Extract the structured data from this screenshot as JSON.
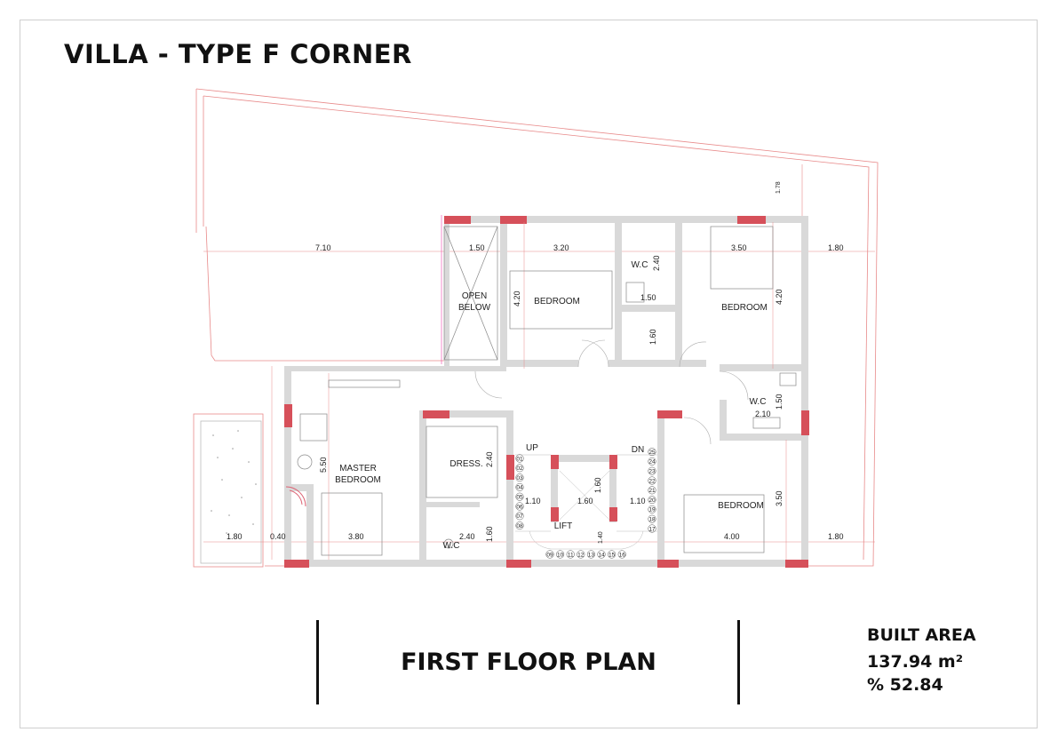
{
  "title": "VILLA - TYPE F CORNER",
  "plan_title": "FIRST FLOOR PLAN",
  "built_area": {
    "label": "BUILT AREA",
    "value": "137.94 m²",
    "percent": "% 52.84"
  },
  "rooms": {
    "open_below_1": "OPEN",
    "open_below_2": "BELOW",
    "bedroom_center": "BEDROOM",
    "wc_top": "W.C",
    "bedroom_right": "BEDROOM",
    "wc_right": "W.C",
    "master_1": "MASTER",
    "master_2": "BEDROOM",
    "dress": "DRESS.",
    "wc_left": "W.C",
    "up": "UP",
    "dn": "DN",
    "lift": "LIFT",
    "bedroom_lower": "BEDROOM"
  },
  "dims": {
    "d710": "7.10",
    "d150a": "1.50",
    "d320": "3.20",
    "d350a": "3.50",
    "d180a": "1.80",
    "d178": "1.78",
    "d420a": "4.20",
    "d240a": "2.40",
    "d150b": "1.50",
    "d160a": "1.60",
    "d420b": "4.20",
    "d210": "2.10",
    "d150c": "1.50",
    "d550": "5.50",
    "d240b": "2.40",
    "d110a": "1.10",
    "d160b": "1.60",
    "d160c": "1.60",
    "d110b": "1.10",
    "d350b": "3.50",
    "d180b": "1.80",
    "d040": "0.40",
    "d380": "3.80",
    "d240c": "2.40",
    "d160d": "1.60",
    "d140": "1.40",
    "d400": "4.00",
    "d180c": "1.80"
  },
  "steps_left": [
    "01",
    "02",
    "03",
    "04",
    "05",
    "06",
    "07",
    "08"
  ],
  "steps_bottom": [
    "09",
    "10",
    "11",
    "12",
    "13",
    "14",
    "15",
    "16"
  ],
  "steps_right": [
    "17",
    "18",
    "19",
    "20",
    "21",
    "22",
    "23",
    "24",
    "25"
  ]
}
